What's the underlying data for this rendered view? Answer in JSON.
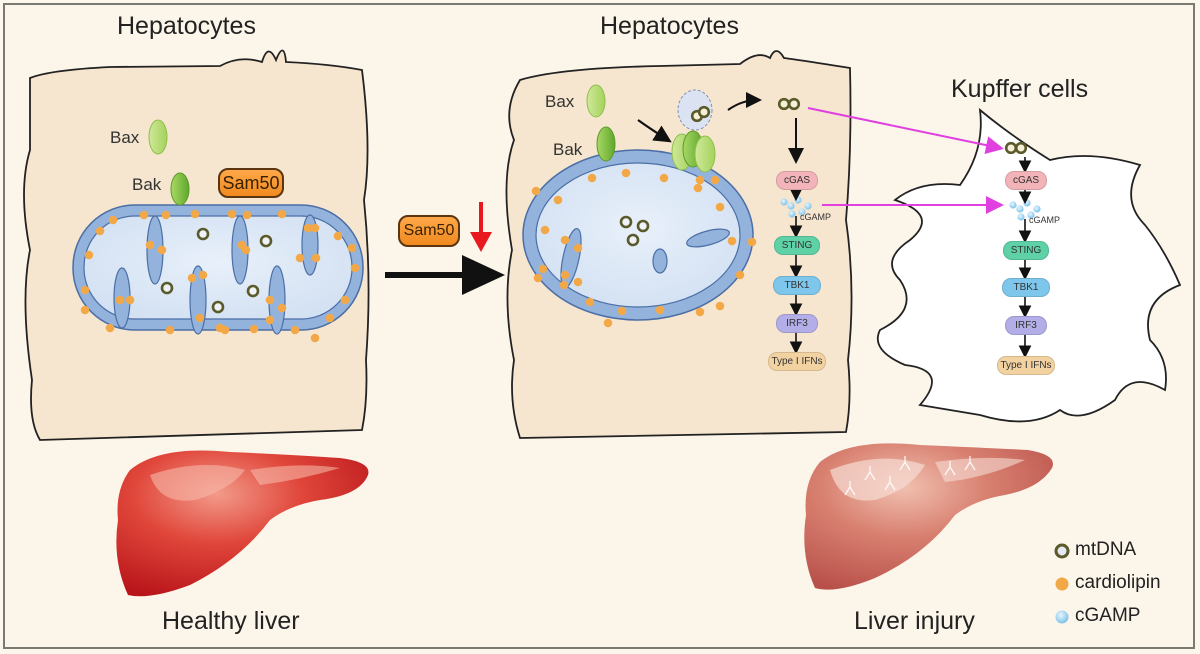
{
  "titles": {
    "healthy_cell": "Hepatocytes",
    "injured_cell": "Hepatocytes",
    "kupffer": "Kupffer cells"
  },
  "proteins": {
    "bax": "Bax",
    "bak": "Bak",
    "sam50": "Sam50"
  },
  "transition": {
    "sam50_label": "Sam50",
    "indicator": "decrease"
  },
  "pathway": {
    "nodes": [
      "cGAS",
      "cGAMP",
      "STING",
      "TBK1",
      "IRF3",
      "Type I IFNs"
    ]
  },
  "kupffer_pathway": {
    "nodes": [
      "cGAS",
      "cGAMP",
      "STING",
      "TBK1",
      "IRF3",
      "Type I IFNs"
    ]
  },
  "livers": {
    "healthy": "Healthy liver",
    "injury": "Liver injury"
  },
  "legend": [
    {
      "label": "mtDNA",
      "symbol": "ring"
    },
    {
      "label": "cardiolipin",
      "symbol": "orange-dot"
    },
    {
      "label": "cGAMP",
      "symbol": "blue-dot"
    }
  ],
  "colors": {
    "cell_fill": "#f6e6cf",
    "membrane": "#93b3dd",
    "matrix": "#dbe7f5",
    "cardiolipin": "#f3a847",
    "mtdna": "#5b5a2a",
    "bax": "#b9dd79",
    "bak": "#86c443",
    "magenta": "#e040e0",
    "red_arrow": "#e8191e",
    "cgas": "#f2b4b8",
    "sting": "#5ed1a7",
    "tbk1": "#7ec6ec",
    "irf3": "#b3aee8",
    "ifn": "#f3d2a2"
  }
}
